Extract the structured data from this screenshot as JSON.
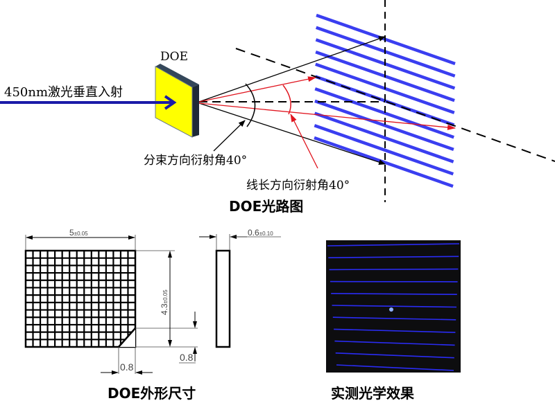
{
  "light_path": {
    "title": "DOE光路图",
    "doe_label": "DOE",
    "input_label": "450nm激光垂直入射",
    "beam_split_angle_label": "分束方向衍射角40°",
    "line_length_angle_label": "线长方向衍射角40°",
    "projected_line_count": 11
  },
  "dimensions": {
    "title": "DOE外形尺寸",
    "width_main": "5",
    "width_tol": "±0.05",
    "height_main": "4.3",
    "height_tol": "±0.05",
    "thickness_main": "0.6",
    "thickness_tol": "±0.10",
    "chamfer_h": "0.8",
    "chamfer_v": "0.8"
  },
  "photo": {
    "title": "实测光学效果",
    "line_count": 11
  },
  "colors": {
    "laser_blue": "#3a3ef0",
    "ray_red": "#e0141e",
    "doe_yellow": "#ffff00",
    "doe_edge": "#1e2a38",
    "arrow_blue": "#1a1aa8"
  }
}
